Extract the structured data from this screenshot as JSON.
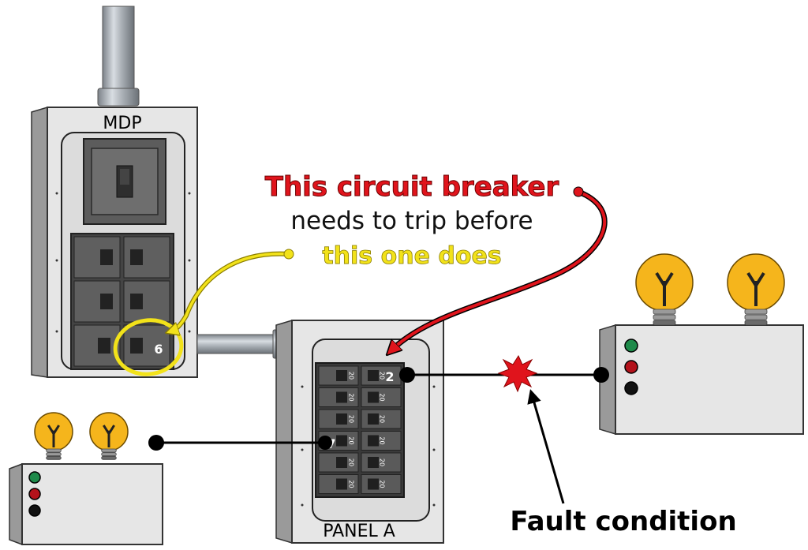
{
  "labels": {
    "mdp": "MDP",
    "panel_a": "PANEL A",
    "fault": "Fault condition"
  },
  "callout": {
    "line1": "This circuit breaker",
    "line2": "needs to trip before",
    "line3": "this one does"
  },
  "breakers": {
    "mdp_marked": "6",
    "panel_marked_top": "2",
    "panel_marked_load": "7",
    "rating": "20"
  },
  "colors": {
    "red": "#e0141c",
    "yellow": "#f2e21a",
    "bulb": "#f5b51c",
    "indicator_green": "#1e8a4a",
    "indicator_red": "#b3121b"
  },
  "icons": [
    "bulb-icon",
    "fault-spark-icon",
    "conduit-icon",
    "indicator-light-icon"
  ]
}
